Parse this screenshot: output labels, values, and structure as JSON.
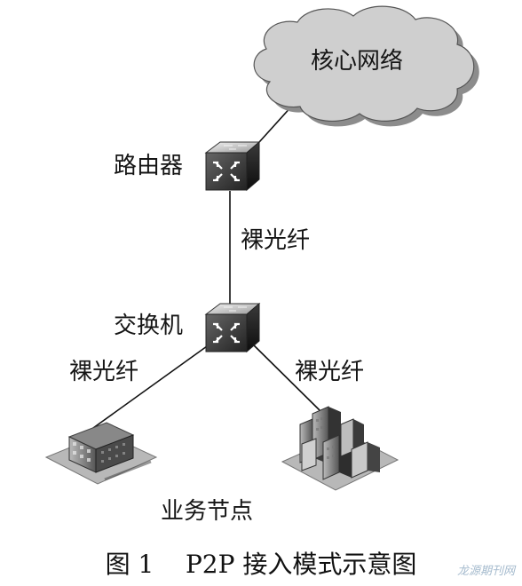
{
  "nodes": {
    "core_network": "核心网络",
    "router": "路由器",
    "switch": "交换机",
    "service_nodes": "业务节点"
  },
  "links": {
    "router_to_switch": "裸光纤",
    "switch_to_left_building": "裸光纤",
    "switch_to_right_building": "裸光纤"
  },
  "caption": {
    "number": "图 1",
    "text": "P2P 接入模式示意图"
  },
  "watermark": "龙源期刊网",
  "icons": [
    "cloud-icon",
    "router-icon",
    "switch-icon",
    "office-building-icon",
    "city-buildings-icon"
  ]
}
